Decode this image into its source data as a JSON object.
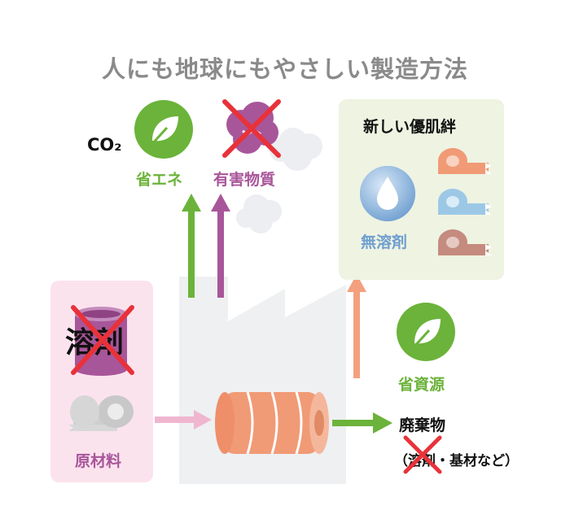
{
  "title": "人にも地球にもやさしい製造方法",
  "co2_label": "CO₂",
  "energy_saving_label": "省エネ",
  "harmful_substances_label": "有害物質",
  "new_product_title": "新しい優肌絆",
  "solvent_free_label": "無溶剤",
  "resource_saving_label": "省資源",
  "waste_label": "廃棄物",
  "waste_detail_label": "（溶剤・基材など）",
  "solvent_label": "溶剤",
  "raw_material_label": "原材料",
  "colors": {
    "green": "#6bb33a",
    "purple": "#a8569a",
    "pink_arrow": "#f0b6d0",
    "orange": "#f19a76",
    "cross_red": "#e8323a",
    "factory_gray": "#eef0f2",
    "blue": "#6f9fd0"
  }
}
